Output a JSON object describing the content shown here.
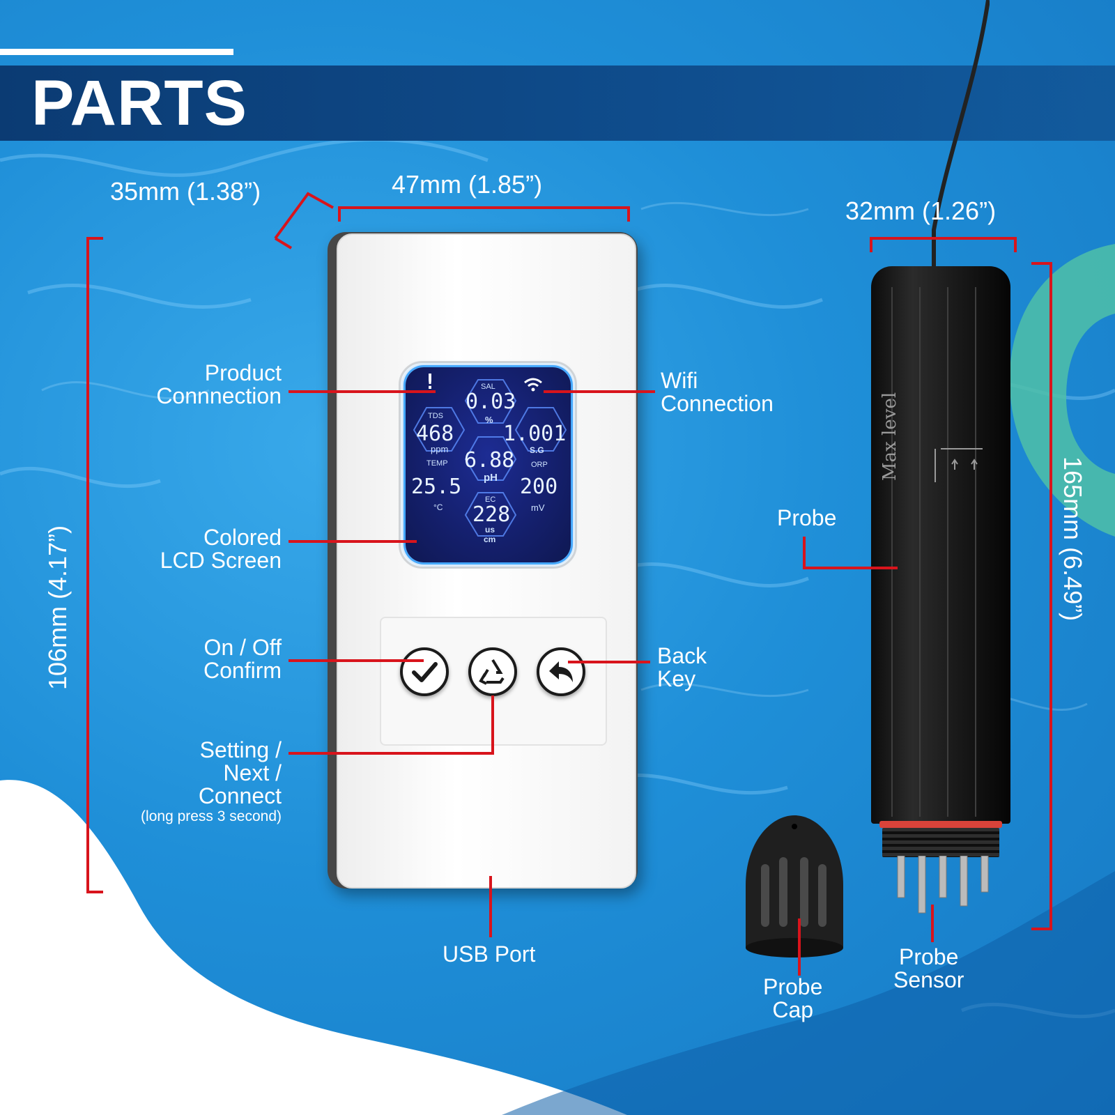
{
  "header": {
    "title": "PARTS"
  },
  "dimensions": {
    "depth": "35mm (1.38”)",
    "width": "47mm (1.85”)",
    "height": "106mm (4.17”)",
    "probe_width": "32mm (1.26”)",
    "probe_length": "165mm (6.49”)"
  },
  "labels": {
    "product_connection": [
      "Product",
      "Connnection"
    ],
    "wifi_connection": [
      "Wifi",
      "Connection"
    ],
    "lcd_screen": [
      "Colored",
      "LCD Screen"
    ],
    "on_off_confirm": [
      "On / Off",
      "Confirm"
    ],
    "back_key": [
      "Back",
      "Key"
    ],
    "setting_next": [
      "Setting /",
      "Next /",
      "Connect"
    ],
    "setting_note": "(long press 3 second)",
    "usb_port": "USB Port",
    "probe": "Probe",
    "probe_sensor": [
      "Probe",
      "Sensor"
    ],
    "probe_cap": [
      "Probe",
      "Cap"
    ]
  },
  "lcd": {
    "alert": "!",
    "sal_label": "SAL",
    "sal_value": "0.03",
    "sal_unit": "%",
    "tds_label": "TDS",
    "tds_value": "468",
    "tds_unit": "ppm",
    "sg_value": "1.001",
    "sg_label": "S.G",
    "ph_value": "6.88",
    "ph_label": "pH",
    "temp_label": "TEMP",
    "temp_value": "25.5",
    "temp_unit": "°C",
    "orp_label": "ORP",
    "orp_value": "200",
    "orp_unit": "mV",
    "ec_label": "EC",
    "ec_value": "228",
    "ec_unit_top": "us",
    "ec_unit_bottom": "cm"
  },
  "probe_marking": "Max level",
  "colors": {
    "accent": "#d8141c",
    "banner": "#0d3f78",
    "water": "#1f8fd8"
  },
  "icons": [
    "check-icon",
    "recycle-icon",
    "back-arrow-icon",
    "wifi-icon"
  ]
}
